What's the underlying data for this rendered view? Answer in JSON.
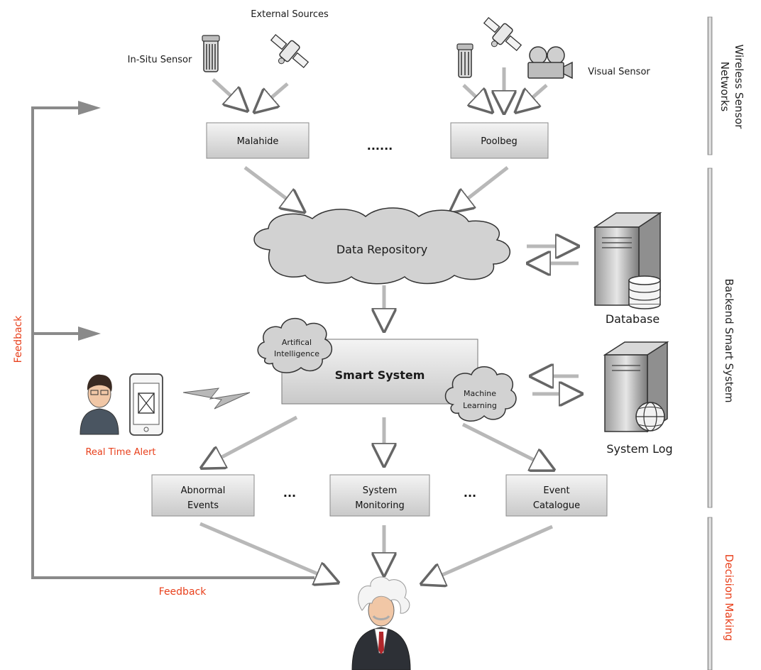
{
  "sources": {
    "header": "External Sources",
    "in_situ_label": "In-Situ Sensor",
    "visual_label": "Visual Sensor"
  },
  "stations": {
    "left": "Malahide",
    "ellipsis": "......",
    "right": "Poolbeg"
  },
  "repository": {
    "label": "Data Repository"
  },
  "database": {
    "label": "Database"
  },
  "system_log": {
    "label": "System Log"
  },
  "smart_system": {
    "label": "Smart System",
    "ai_line1": "Artifical",
    "ai_line2": "Intelligence",
    "ml_line1": "Machine",
    "ml_line2": "Learning"
  },
  "alert": {
    "label": "Real Time Alert"
  },
  "outputs": {
    "abnormal_line1": "Abnormal",
    "abnormal_line2": "Events",
    "monitoring_line1": "System",
    "monitoring_line2": "Monitoring",
    "catalogue_line1": "Event",
    "catalogue_line2": "Catalogue",
    "ellipsis": "..."
  },
  "feedback": {
    "vertical_label": "Feedback",
    "bottom_label": "Feedback"
  },
  "side_sections": {
    "wsn_line1": "Wireless Sensor",
    "wsn_line2": "Networks",
    "backend": "Backend Smart System",
    "decision": "Decision Making"
  },
  "colors": {
    "feedback_red": "#e8401c",
    "box_gray": "#d9d9d9",
    "arrow_gray": "#b8b8b8",
    "feedback_arrow": "#8a8a8a"
  }
}
